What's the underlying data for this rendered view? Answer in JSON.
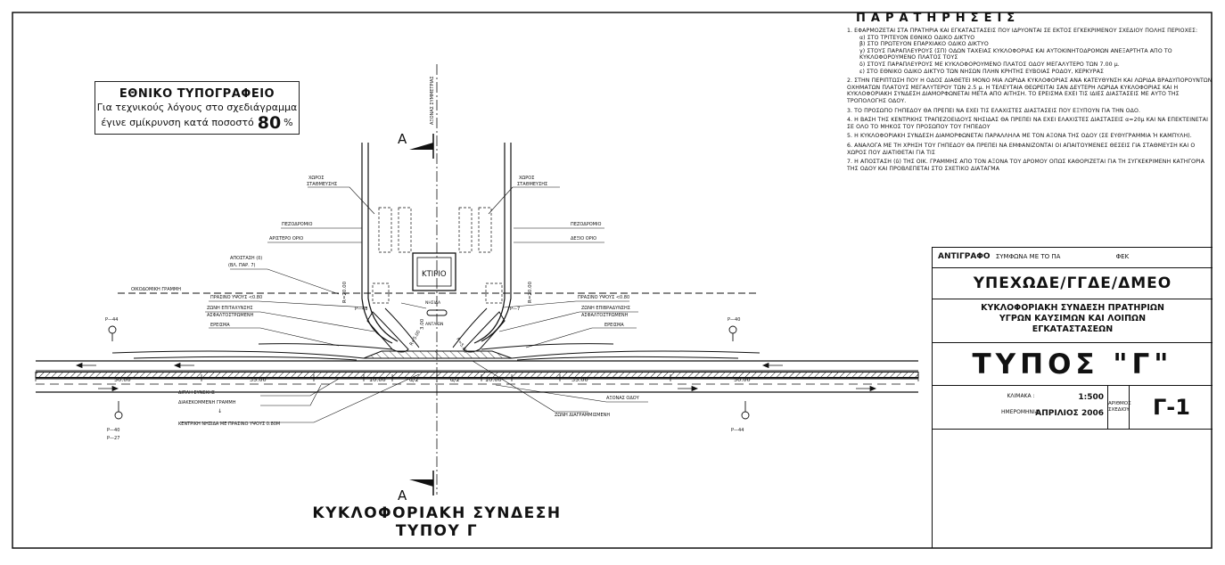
{
  "stamp": {
    "line1": "ΕΘΝΙΚΟ ΤΥΠΟΓΡΑΦΕΙΟ",
    "line2": "Για τεχνικούς λόγους στο σχεδιάγραμμα",
    "line3": "έγινε σμίκρυνση κατά ποσοστό",
    "percent": "80",
    "percent_symbol": "%"
  },
  "notes": {
    "title": "ΠΑΡΑΤΗΡΗΣΕΙΣ",
    "n1": "1. ΕΦΑΡΜΟΖΕΤΑΙ ΣΤΑ ΠΡΑΤΗΡΙΑ ΚΑΙ ΕΓΚΑΤΑΣΤΑΣΕΙΣ ΠΟΥ ΙΔΡΥΟΝΤΑΙ ΣΕ ΕΚΤΟΣ ΕΓΚΕΚΡΙΜΕΝΟΥ ΣΧΕΔΙΟΥ ΠΟΛΗΣ ΠΕΡΙΟΧΕΣ:",
    "n1a": "α)  ΣΤΟ ΤΡΙΤΕΥΟΝ ΕΘΝΙΚΟ ΟΔΙΚΟ ΔΙΚΤΥΟ",
    "n1b": "β)  ΣΤΟ ΠΡΩΤΕΥΟΝ ΕΠΑΡΧΙΑΚΟ ΟΔΙΚΟ ΔΙΚΤΥΟ",
    "n1c": "γ)  ΣΤΟΥΣ ΠΑΡΑΠΛΕΥΡΟΥΣ (ΣΠ) ΟΔΩΝ ΤΑΧΕΙΑΣ ΚΥΚΛΟΦΟΡΙΑΣ ΚΑΙ ΑΥΤΟΚΙΝΗΤΟΔΡΟΜΩΝ ΑΝΕΞΑΡΤΗΤΑ ΑΠΟ ΤΟ ΚΥΚΛΟΦΟΡΟΥΜΕΝΟ ΠΛΑΤΟΣ ΤΟΥΣ",
    "n1d": "δ)  ΣΤΟΥΣ ΠΑΡΑΠΛΕΥΡΟΥΣ ΜΕ ΚΥΚΛΟΦΟΡΟΥΜΕΝΟ ΠΛΑΤΟΣ ΟΔΟΥ ΜΕΓΑΛΥΤΕΡΟ ΤΩΝ 7.00 μ.",
    "n1e": "ε)  ΣΤΟ ΕΘΝΙΚΟ ΟΔΙΚΟ ΔΙΚΤΥΟ ΤΩΝ ΝΗΣΩΝ ΠΛΗΝ ΚΡΗΤΗΣ ΕΥΒΟΙΑΣ ΡΟΔΟΥ, ΚΕΡΚΥΡΑΣ",
    "n2": "2. ΣΤΗΝ ΠΕΡΙΠΤΩΣΗ ΠΟΥ Η ΟΔΟΣ ΔΙΑΘΕΤΕΙ ΜΟΝΟ ΜΙΑ ΛΩΡΙΔΑ ΚΥΚΛΟΦΟΡΙΑΣ ΑΝΑ ΚΑΤΕΥΘΥΝΣΗ ΚΑΙ ΛΩΡΙΔΑ ΒΡΑΔΥΠΟΡΟΥΝΤΩΝ ΟΧΗΜΑΤΩΝ ΠΛΑΤΟΥΣ ΜΕΓΑΛΥΤΕΡΟΥ ΤΩΝ 2.5 μ. Η ΤΕΛΕΥΤΑΙΑ ΘΕΩΡΕΙΤΑΙ ΣΑΝ ΔΕΥΤΕΡΗ ΛΩΡΙΔΑ ΚΥΚΛΟΦΟΡΙΑΣ ΚΑΙ Η ΚΥΚΛΟΦΟΡΙΑΚΗ ΣΥΝΔΕΣΗ ΔΙΑΜΟΡΦΩΝΕΤΑΙ ΜΕΤΑ ΑΠΟ ΑΙΤΗΣΗ. ΤΟ ΕΡΕΙΣΜΑ ΕΧΕΙ ΤΙΣ ΙΔΙΕΣ ΔΙΑΣΤΑΣΕΙΣ ΜΕ ΑΥΤΟ ΤΗΣ ΤΡΟΠΟΛΟΓΗΣ ΟΔΟΥ.",
    "n3": "3. ΤΟ ΠΡΟΣΩΠΟ ΓΗΠΕΔΟΥ ΘΑ ΠΡΕΠΕΙ ΝΑ ΕΧΕΙ ΤΙΣ ΕΛΑΧΙΣΤΕΣ ΔΙΑΣΤΑΣΕΙΣ ΠΟΥ ΕΞΥΠΟΥΝ ΓΙΑ ΤΗΝ ΟΔΟ.",
    "n4": "4. Η ΒΑΣΗ ΤΗΣ ΚΕΝΤΡΙΚΗΣ ΤΡΑΠΕΖΟΕΙΔΟΥΣ ΝΗΣΙΔΑΣ ΘΑ ΠΡΕΠΕΙ ΝΑ ΕΧΕΙ ΕΛΑΧΙΣΤΕΣ ΔΙΑΣΤΑΣΕΙΣ α=20μ ΚΑΙ ΝΑ ΕΠΕΚΤΕΙΝΕΤΑΙ ΣΕ ΟΛΟ ΤΟ ΜΗΚΟΣ ΤΟΥ ΠΡΟΣΩΠΟΥ ΤΟΥ ΓΗΠΕΔΟΥ",
    "n5": "5. Η ΚΥΚΛΟΦΟΡΙΑΚΗ ΣΥΝΔΕΣΗ ΔΙΑΜΟΡΦΩΝΕΤΑΙ ΠΑΡΑΛΛΗΛΑ ΜΕ ΤΟΝ ΑΞΟΝΑ ΤΗΣ ΟΔΟΥ (ΣΕ ΕΥΘΥΓΡΑΜΜΙΑ Ή ΚΑΜΠΥΛΗ).",
    "n6": "6. ΑΝΑΛΟΓΑ ΜΕ ΤΗ ΧΡΗΣΗ ΤΟΥ ΓΗΠΕΔΟΥ ΘΑ ΠΡΕΠΕΙ ΝΑ ΕΜΦΑΝΙΖΟΝΤΑΙ ΟΙ ΑΠΑΙΤΟΥΜΕΝΕΣ ΘΕΣΕΙΣ ΓΙΑ ΣΤΑΘΜΕΥΣΗ ΚΑΙ Ο ΧΩΡΟΣ ΠΟΥ ΔΙΑΤΙΘΕΤΑΙ ΓΙΑ ΤΙΣ",
    "n7": "7. Η ΑΠΟΣΤΑΣΗ (δ) ΤΗΣ ΟΙΚ. ΓΡΑΜΜΗΣ ΑΠΟ ΤΟΝ ΑΞΟΝΑ ΤΟΥ ΔΡΟΜΟΥ ΟΠΩΣ ΚΑΘΟΡΙΖΕΤΑΙ ΓΙΑ ΤΗ ΣΥΓΚΕΚΡΙΜΕΝΗ ΚΑΤΗΓΟΡΙΑ ΤΗΣ ΟΔΟΥ ΚΑΙ ΠΡΟΒΛΕΠΕΤΑΙ ΣΤΟ ΣΧΕΤΙΚΟ ΔΙΑΤΑΓΜΑ"
  },
  "title_block": {
    "copy_label": "ΑΝΤΙΓΡΑΦΟ",
    "copy_text": "ΣΥΜΦΩΝΑ ΜΕ ΤΟ ΠΑ",
    "copy_text2": "ΦΕΚ",
    "org": "ΥΠΕΧΩΔΕ/ΓΓΔΕ/ΔΜΕΟ",
    "desc_line1": "ΚΥΚΛΟΦΟΡΙΑΚΗ ΣΥΝΔΕΣΗ ΠΡΑΤΗΡΙΩΝ",
    "desc_line2": "ΥΓΡΩΝ ΚΑΥΣΙΜΩΝ ΚΑΙ ΛΟΙΠΩΝ",
    "desc_line3": "ΕΓΚΑΤΑΣΤΑΣΕΩΝ",
    "type": "ΤΥΠΟΣ \"Γ\"",
    "scale_label": "ΚΛΙΜΑΚΑ :",
    "scale_value": "1:500",
    "date_label": "ΗΜΕΡΟΜΗΝΙΑ:",
    "date_value": "ΑΠΡΙΛΙΟΣ 2006",
    "sheet_label1": "ΑΡΙΘΜΟΣ",
    "sheet_label2": "ΣΧΕΔΙΟΥ",
    "sheet_no": "Γ-1"
  },
  "drawing": {
    "section_mark": "A",
    "axis_label": "ΑΞΟΝΑΣ ΣΥΜΜΕΤΡΙΑΣ",
    "parking_left": "ΧΩΡΟΣ",
    "parking_left2": "ΣΤΑΘΜΕΥΣΗΣ",
    "parking_right": "ΧΩΡΟΣ",
    "parking_right2": "ΣΤΑΘΜΕΥΣΗΣ",
    "pezodromio_l": "ΠΕΖΟΔΡΟΜΙΟ",
    "pezodromio_r": "ΠΕΖΟΔΡΟΜΙΟ",
    "left_limit": "ΑΡΙΣΤΕΡΟ ΟΡΙΟ",
    "right_limit": "ΔΕΞΙΟ ΟΡΙΟ",
    "distance": "ΑΠΟΣΤΑΣΗ (δ)",
    "distance2": "(ΒΛ. ΠΑΡ. 7)",
    "building": "ΚΤΙΡΙΟ",
    "building_line": "ΟΙΚΟΔΟΜΙΚΗ ΓΡΑΜΜΗ",
    "green_l": "ΠΡΑΣΙΝΟ ΥΨΟΥΣ <0.80",
    "green_r": "ΠΡΑΣΙΝΟ ΥΨΟΥΣ <0.80",
    "accel_zone": "ΖΩΝΗ ΕΠΙΤΑΧΥΝΣΗΣ",
    "accel_zone2": "ΑΣΦΑΛΤΟΣΤΡΩΜΕΝΗ",
    "decel_zone": "ΖΩΝΗ ΕΠΙΒΡΑΔΥΝΣΗΣ",
    "decel_zone2": "ΑΣΦΑΛΤΟΣΤΡΩΜΕΝΗ",
    "shoulder_l": "ΕΡΕΙΣΜΑ",
    "shoulder_r": "ΕΡΕΙΣΜΑ",
    "island": "ΝΗΣΙΔΑ",
    "island2": "ΑΝΤΛΙΩΝ",
    "sign_p44_l": "Ρ—44",
    "sign_p40_r": "Ρ—40",
    "p48": "Ρ—48",
    "p7": "Ρ—7",
    "r20_l": "R=20.00",
    "r20_r": "R=20.00",
    "r_small_l": "R=5.00",
    "r_small_r": "R=5.00",
    "dim_300": "3.00",
    "dim_50_l": "50.00",
    "dim_35_l": "35.00",
    "dim_10_l": "10.00",
    "dim_a2_l": "α/2",
    "dim_a2_r": "α/2",
    "dim_10_r": "10.00",
    "dim_35_r": "35.00",
    "dim_50_r": "50.00",
    "solid_line": "ΔΙΠΛΗ ΣΥΝΕΧΗΣ",
    "broken_line": "ΔΙΑΚΕΚΟΜΜΕΝΗ ΓΡΑΜΜΗ",
    "central_island": "ΚΕΝΤΡΙΚΗ ΝΗΣΙΔΑ ΜΕ ΠΡΑΣΙΝΟ ΥΨΟΥΣ 0.80Μ",
    "road_axis": "ΑΞΟΝΑΣ ΟΔΟΥ",
    "hatched_zone": "ΖΩΝΗ ΔΙΑΓΡΑΜΜΙΣΜΕΝΗ",
    "sign_p40_bl": "Ρ—40",
    "sign_p27_bl": "Ρ—27",
    "sign_p44_br": "Ρ—44",
    "section_mark_bottom": "A"
  },
  "main_title": {
    "line1": "ΚΥΚΛΟΦΟΡΙΑΚΗ ΣΥΝΔΕΣΗ",
    "line2": "ΤΥΠΟΥ Γ"
  }
}
